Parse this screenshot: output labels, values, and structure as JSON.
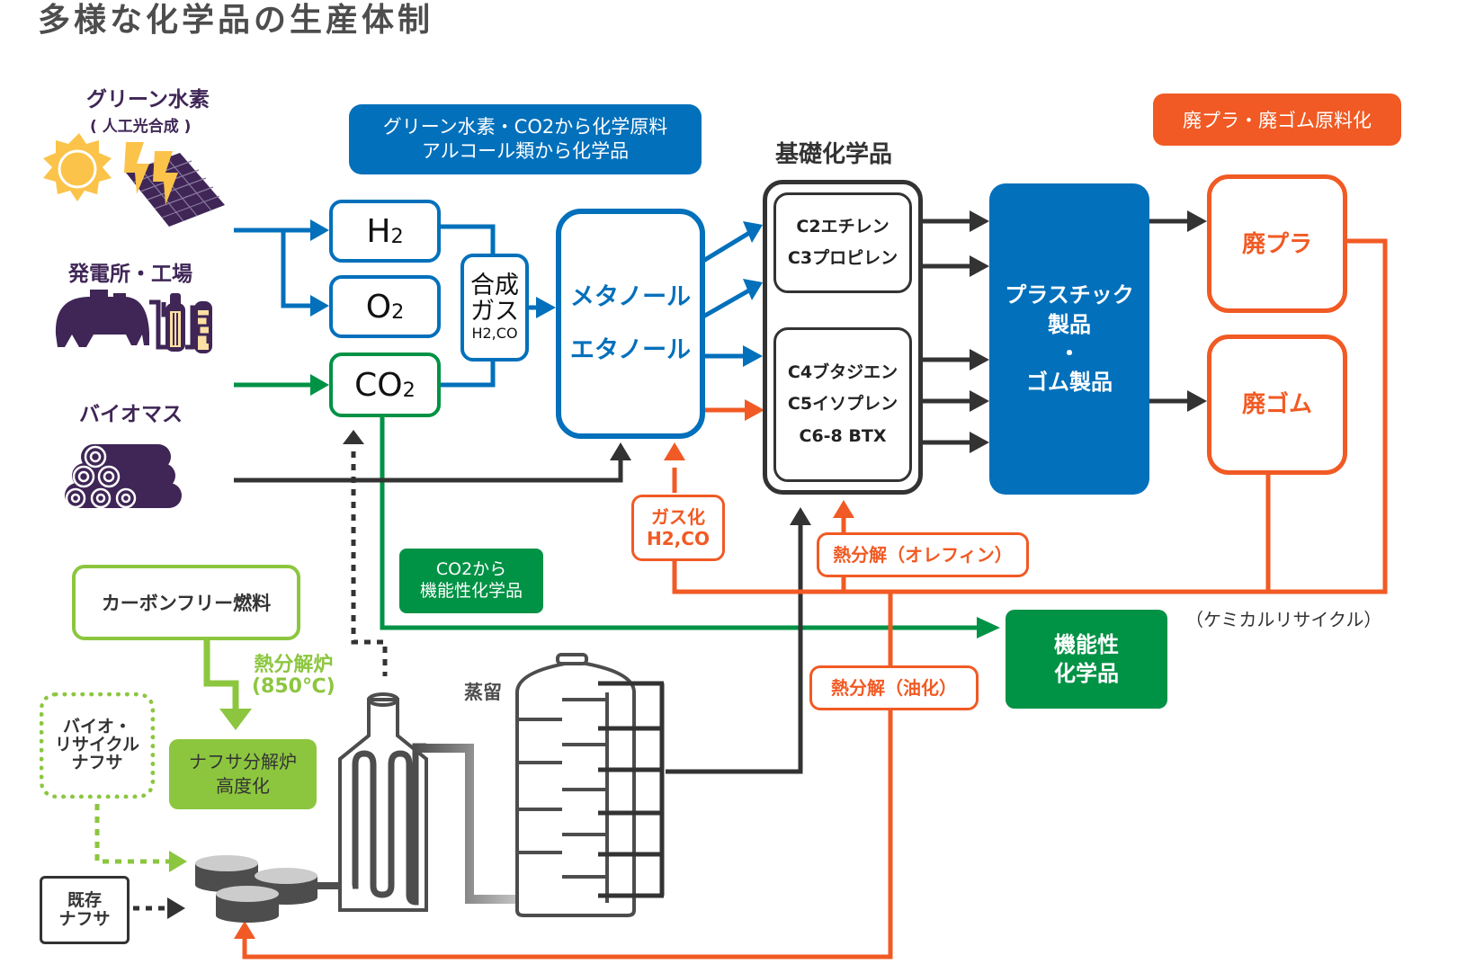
{
  "title": "多様な化学品の生産体制",
  "colors": {
    "blue": "#0270bb",
    "green": "#009245",
    "light_green": "#8cc63f",
    "orange": "#f15a24",
    "dark": "#333333",
    "purple": "#3f2656",
    "sun": "#fbc34a"
  },
  "sources": {
    "green_hydrogen": {
      "label": "グリーン水素",
      "sub": "( 人工光合成 )",
      "icon": "solar-panel-icon"
    },
    "power_plant": {
      "label": "発電所・工場",
      "icon": "factory-icon"
    },
    "biomass": {
      "label": "バイオマス",
      "icon": "logs-icon"
    }
  },
  "banners": {
    "blue": [
      "グリーン水素・CO2から化学原料",
      "アルコール類から化学品"
    ],
    "orange": "廃プラ・廃ゴム原料化"
  },
  "gases": {
    "h2": {
      "base": "H",
      "sub": "2"
    },
    "o2": {
      "base": "O",
      "sub": "2"
    },
    "co2": {
      "base": "CO",
      "sub": "2"
    }
  },
  "syngas": {
    "line1": "合成",
    "line2": "ガス",
    "line3": "H2,CO"
  },
  "alcohols": [
    "メタノール",
    "エタノール"
  ],
  "basic_chemicals": {
    "heading": "基礎化学品",
    "group1": [
      "C2エチレン",
      "C3プロピレン"
    ],
    "group2": [
      "C4ブタジエン",
      "C5イソプレン",
      "C6-8 BTX"
    ]
  },
  "products": [
    "プラスチック",
    "製品",
    "・",
    "ゴム製品"
  ],
  "waste": {
    "plastic": "廃プラ",
    "rubber": "廃ゴム"
  },
  "recycle_label": "（ケミカルリサイクル）",
  "processes": {
    "gasification": [
      "ガス化",
      "H2,CO"
    ],
    "pyrolysis_olefin": "熱分解（オレフィン）",
    "pyrolysis_oil": "熱分解（油化）"
  },
  "co2_functional_tag": [
    "CO2から",
    "機能性化学品"
  ],
  "functional_chemicals": [
    "機能性",
    "化学品"
  ],
  "carbon_free_fuel": "カーボンフリー燃料",
  "cracker_label": [
    "熱分解炉",
    "(850℃)"
  ],
  "naphtha_cracker_upgrade": [
    "ナフサ分解炉",
    "高度化"
  ],
  "bio_recycle_naphtha": [
    "バイオ・",
    "リサイクル",
    "ナフサ"
  ],
  "existing_naphtha": [
    "既存",
    "ナフサ"
  ],
  "distillation": "蒸留"
}
